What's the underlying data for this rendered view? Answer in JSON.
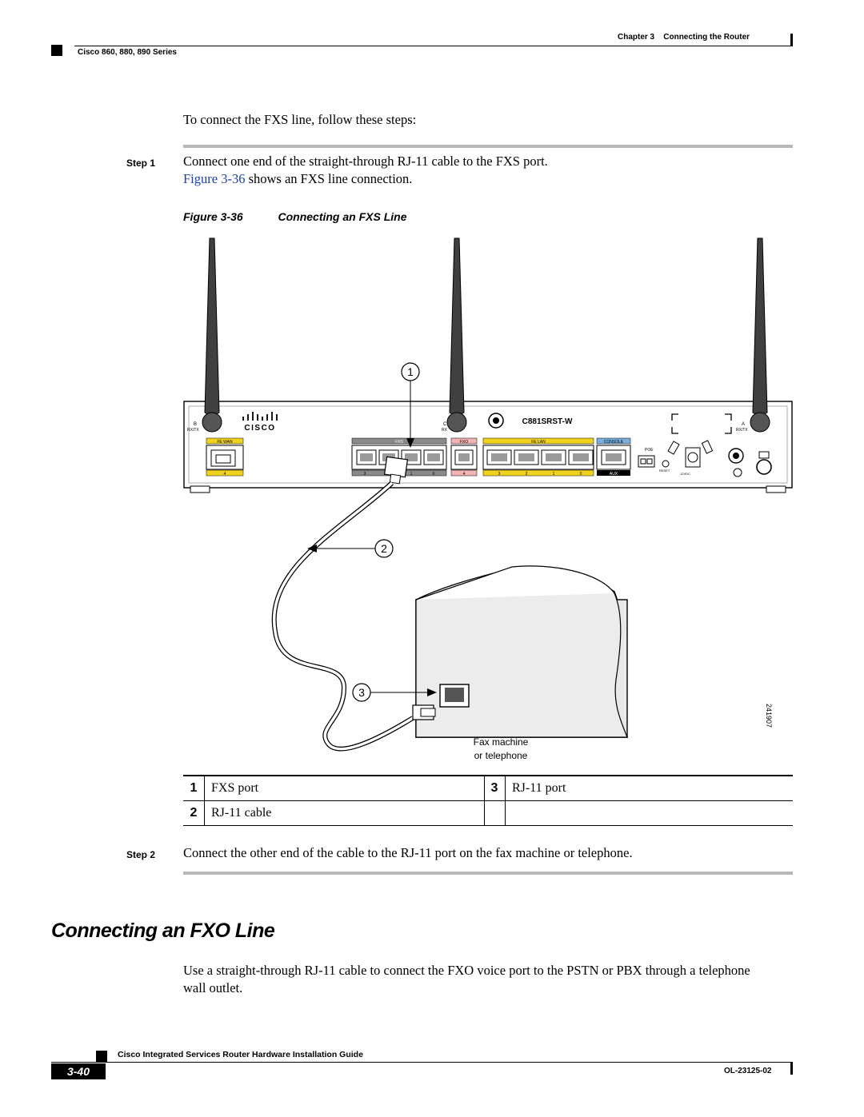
{
  "header": {
    "chapter": "Chapter 3",
    "chapter_title": "Connecting the Router",
    "series": "Cisco 860, 880, 890 Series"
  },
  "intro": "To connect the FXS line, follow these steps:",
  "steps": [
    {
      "label": "Step 1",
      "text": "Connect one end of the straight-through RJ-11 cable to the FXS port.",
      "figure_link": "Figure 3-36",
      "figure_suffix": " shows an FXS line connection."
    },
    {
      "label": "Step 2",
      "text": "Connect the other end of the cable to the RJ-11 port on the fax machine or telephone."
    }
  ],
  "figure": {
    "number": "Figure 3-36",
    "title": "Connecting an FXS Line",
    "image_id": "241907",
    "callouts": [
      "1",
      "2",
      "3"
    ],
    "device_label": "Fax machine",
    "device_label2": "or telephone",
    "router": {
      "model": "C881SRST-W",
      "logo_text": "CISCO",
      "port_groups": [
        "FE WAN",
        "FXS",
        "FXO",
        "FE LAN",
        "CONSOLE",
        "AUX",
        "RESET",
        "POE"
      ],
      "antenna_labels": [
        "B",
        "RX/TX",
        "C",
        "RX",
        "A",
        "RX/TX"
      ],
      "power_label": "12VDC",
      "fxs_numbers": [
        "3",
        "2",
        "1",
        "0"
      ],
      "fxo_number": "4",
      "lan_numbers": [
        "3",
        "2",
        "1",
        "0"
      ],
      "wan_number": "4"
    }
  },
  "legend": [
    {
      "num": "1",
      "text": "FXS port",
      "num2": "3",
      "text2": "RJ-11 port"
    },
    {
      "num": "2",
      "text": "RJ-11 cable",
      "num2": "",
      "text2": ""
    }
  ],
  "section_heading": "Connecting an FXO Line",
  "section_body": "Use a straight-through RJ-11 cable to connect the FXO voice port to the PSTN or PBX through a telephone wall outlet.",
  "footer": {
    "guide_title": "Cisco Integrated Services Router Hardware Installation Guide",
    "page_number": "3-40",
    "doc_number": "OL-23125-02"
  }
}
